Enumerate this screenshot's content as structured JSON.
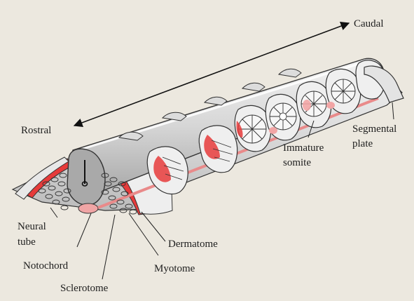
{
  "labels": {
    "caudal": "Caudal",
    "rostral": "Rostral",
    "segmental_line1": "Segmental",
    "segmental_line2": "plate",
    "immature_line1": "Immature",
    "immature_line2": "somite",
    "neural_line1": "Neural",
    "neural_line2": "tube",
    "notochord": "Notochord",
    "dermatome": "Dermatome",
    "myotome": "Myotome",
    "sclerotome": "Sclerotome"
  },
  "colors": {
    "background": "#ece8df",
    "tissue": "#d8d8d8",
    "tissue_dark": "#9c9c9c",
    "dermomyotome": "#e63b3b",
    "pink": "#f2a5a5",
    "outline": "#222222"
  }
}
